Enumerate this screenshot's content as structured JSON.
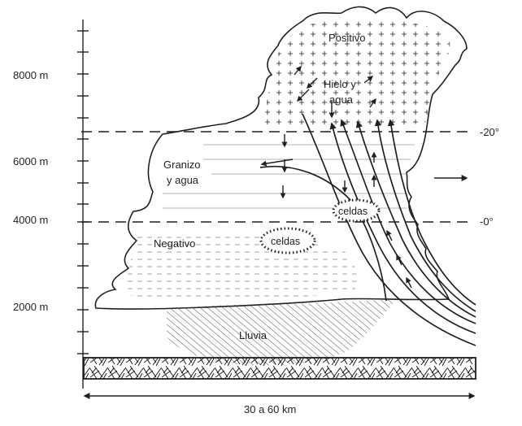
{
  "axis": {
    "altitude_labels": [
      "8000 m",
      "6000 m",
      "4000 m",
      "2000 m"
    ],
    "width_label": "30 a 60 km"
  },
  "isotherms": {
    "upper": "-20°",
    "lower": "-0°"
  },
  "regions": {
    "positive": "Positivo",
    "ice_water_line1": "Hielo y",
    "ice_water_line2": "agua",
    "hail_line1": "Granizo",
    "hail_line2": "y agua",
    "negative": "Negativo",
    "cells_upper": "celdas",
    "cells_lower": "celdas",
    "rain": "Lluvia"
  },
  "colors": {
    "ink": "#231f20",
    "fill_light": "#ffffff",
    "hatch": "#3a3a3a",
    "rule_lines": "#9a9a9a"
  },
  "icons": {
    "motion_arrow": "right-arrow-icon",
    "ground": "ground-hatch-icon"
  }
}
